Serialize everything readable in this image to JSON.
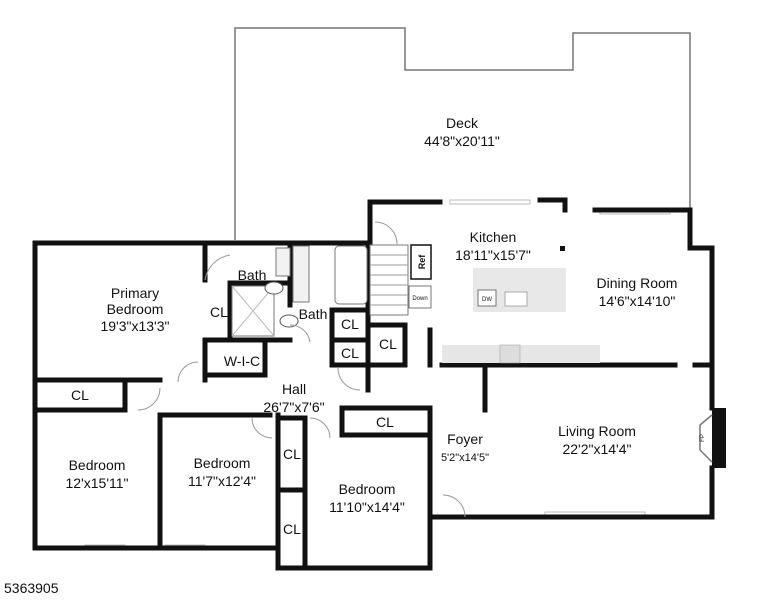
{
  "rooms": {
    "deck": {
      "name": "Deck",
      "dims": "44'8\"x20'11\""
    },
    "kitchen": {
      "name": "Kitchen",
      "dims": "18'11\"x15'7\""
    },
    "dining": {
      "name": "Dining Room",
      "dims": "14'6\"x14'10\""
    },
    "primary": {
      "name1": "Primary",
      "name2": "Bedroom",
      "dims": "19'3\"x13'3\""
    },
    "bath1": {
      "name": "Bath"
    },
    "bath2": {
      "name": "Bath"
    },
    "wic": {
      "name": "W-I-C"
    },
    "hall": {
      "name": "Hall",
      "dims": "26'7\"x7'6\""
    },
    "bed1": {
      "name": "Bedroom",
      "dims": "12'x15'11\""
    },
    "bed2": {
      "name": "Bedroom",
      "dims": "11'7\"x12'4\""
    },
    "bed3": {
      "name": "Bedroom",
      "dims": "11'10\"x14'4\""
    },
    "foyer": {
      "name": "Foyer",
      "dims": "5'2\"x14'5\""
    },
    "living": {
      "name": "Living Room",
      "dims": "22'2\"x14'4\""
    }
  },
  "closets": {
    "label": "CL"
  },
  "fixtures": {
    "ref": "Ref",
    "dw": "DW",
    "down": "Down",
    "fp": "FP"
  },
  "listing_id": "5363905"
}
